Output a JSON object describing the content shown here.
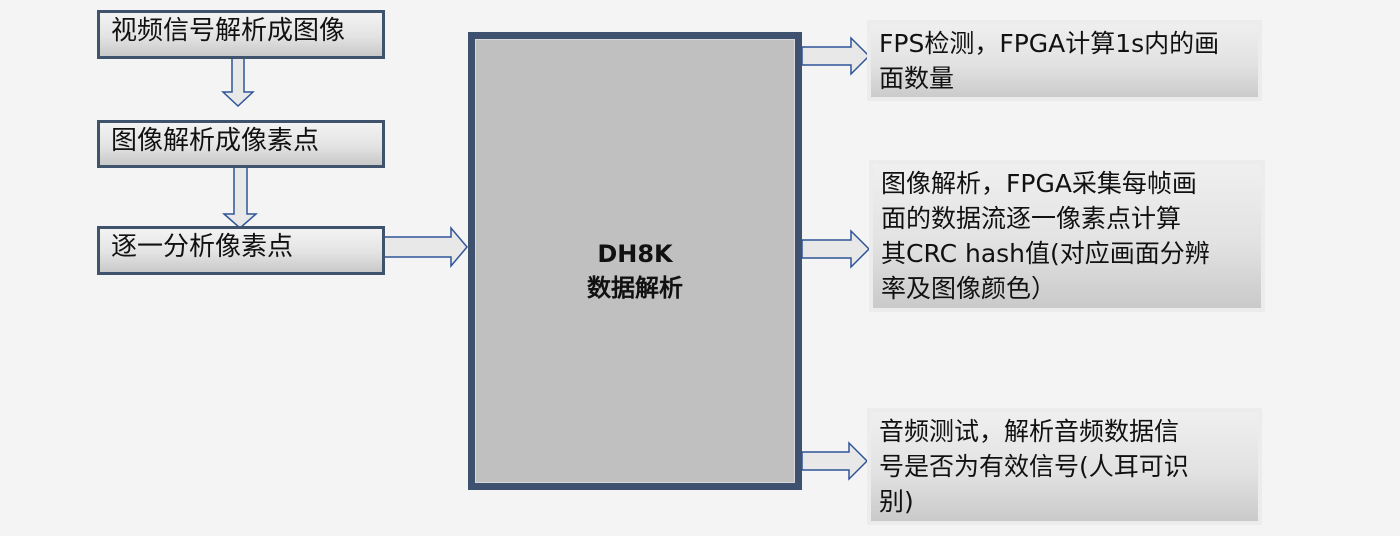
{
  "flow_steps": [
    {
      "label": "视频信号解析成图像"
    },
    {
      "label": "图像解析成像素点"
    },
    {
      "label": "逐一分析像素点"
    }
  ],
  "core_block": {
    "title": "DH8K",
    "subtitle": "数据解析"
  },
  "outputs": [
    {
      "lines": [
        "FPS检测，FPGA计算1s内的画",
        "面数量"
      ]
    },
    {
      "lines": [
        "图像解析，FPGA采集每帧画",
        "面的数据流逐一像素点计算",
        "其CRC hash值(对应画面分辨",
        "率及图像颜色）"
      ]
    },
    {
      "lines": [
        "音频测试，解析音频数据信",
        "号是否为有效信号(人耳可识",
        "别)"
      ]
    }
  ],
  "colors": {
    "background": "#f4f4f4",
    "box_border": "#3f536d",
    "core_fill": "#c0c0c0",
    "arrow_stroke": "#2f5597",
    "arrow_fill": "#e8e8e8"
  }
}
